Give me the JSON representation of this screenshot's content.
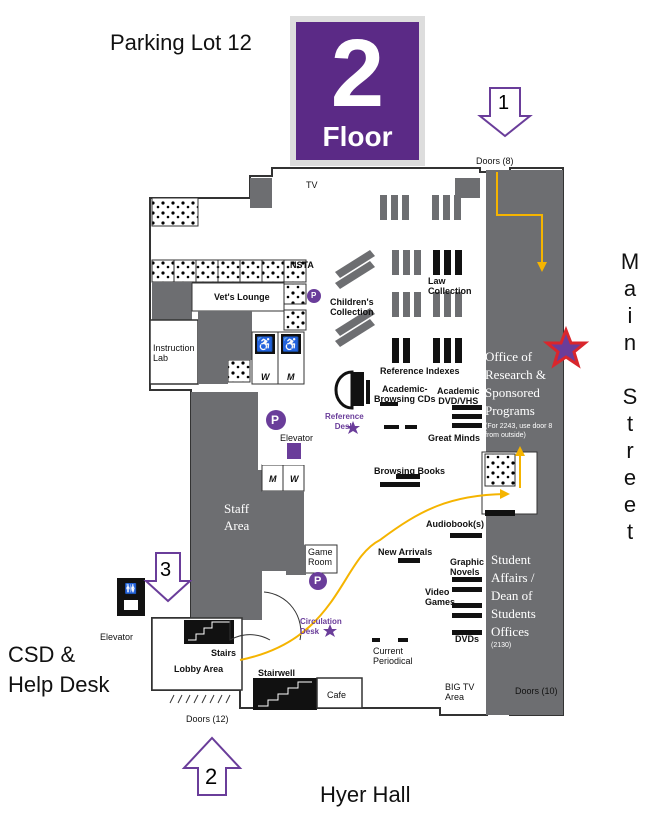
{
  "floor_sign": {
    "number": "2",
    "label": "Floor",
    "color": "#5b2a86"
  },
  "outside": {
    "parking": "Parking Lot 12",
    "main_street": [
      "M",
      "a",
      "i",
      "n",
      "",
      "S",
      "t",
      "r",
      "e",
      "e",
      "t"
    ],
    "csd_help_desk": [
      "CSD &",
      "Help Desk"
    ],
    "hyer_hall": "Hyer Hall"
  },
  "entrances": [
    {
      "number": "1",
      "doors": "Doors (8)"
    },
    {
      "number": "2",
      "doors": "Doors (12)"
    },
    {
      "number": "3",
      "doors": ""
    }
  ],
  "doors_10": "Doors (10)",
  "rooms": {
    "tv": "TV",
    "nsta": "NSTA",
    "vets_lounge": "Vet's Lounge",
    "instruction_lab": [
      "Instruction",
      "Lab"
    ],
    "staff_area": [
      "Staff",
      "Area"
    ],
    "game_room": [
      "Game",
      "Room"
    ],
    "elevator_inner": "Elevator",
    "elevator_outer": "Elevator",
    "stairs": "Stairs",
    "lobby_area": "Lobby Area",
    "stairwell": "Stairwell",
    "cafe": "Cafe",
    "big_tv_area": [
      "BIG TV",
      "Area"
    ],
    "restroom_w1": "W",
    "restroom_m1": "M",
    "restroom_m2": "M",
    "restroom_w2": "W",
    "parking_marker": "P"
  },
  "collections": {
    "childrens": [
      "Children's",
      "Collection"
    ],
    "law": [
      "Law",
      "Collection"
    ],
    "reference_indexes": "Reference Indexes",
    "academic_browsing_cds": [
      "Academic-",
      "Browsing CDs"
    ],
    "academic_dvd": [
      "Academic",
      "DVD/VHS"
    ],
    "great_minds": "Great Minds",
    "browsing_books": "Browsing Books",
    "audiobooks": "Audiobook(s)",
    "new_arrivals": "New Arrivals",
    "graphic_novels": [
      "Graphic",
      "Novels"
    ],
    "video_games": [
      "Video",
      "Games"
    ],
    "dvds": "DVDs",
    "current_periodical": [
      "Current",
      "Periodical"
    ]
  },
  "service_points": {
    "reference_desk": [
      "Reference",
      "Desk"
    ],
    "circulation_desk": [
      "Circulation",
      "Desk"
    ]
  },
  "offices": {
    "research": {
      "lines": [
        "Office of",
        "Research &",
        "Sponsored",
        "Programs"
      ],
      "note": [
        "(For 2243, use door 8",
        "from outside)"
      ]
    },
    "student_affairs": {
      "lines": [
        "Student",
        "Affairs /",
        "Dean of",
        "Students",
        "Offices"
      ],
      "room": "(2130)"
    }
  },
  "colors": {
    "wall_gray": "#6d6e71",
    "purple": "#6a3d9a",
    "route_orange": "#f5b400",
    "star_red": "#d9262c",
    "star_fill": "#6a3d9a"
  }
}
